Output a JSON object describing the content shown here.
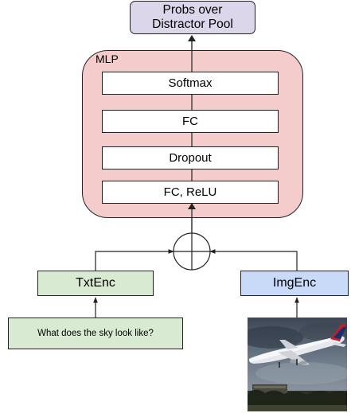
{
  "output": {
    "label": "Probs over\nDistractor Pool"
  },
  "mlp": {
    "label": "MLP",
    "layers": [
      "Softmax",
      "FC",
      "Dropout",
      "FC, ReLU"
    ]
  },
  "fusion": {
    "symbol": "concat-circle"
  },
  "encoders": {
    "text": "TxtEnc",
    "image": "ImgEnc"
  },
  "inputs": {
    "question": "What does the sky look like?",
    "image": {
      "subject": "airplane-photo",
      "colors": {
        "sky": "#5c6878",
        "plane": "#e8e8ec",
        "ground": "#2d3323"
      }
    }
  },
  "colors": {
    "output": "#dcd6ea",
    "mlp": "#f4cccc",
    "text": "#d9ead3",
    "image": "#c9daf8"
  }
}
